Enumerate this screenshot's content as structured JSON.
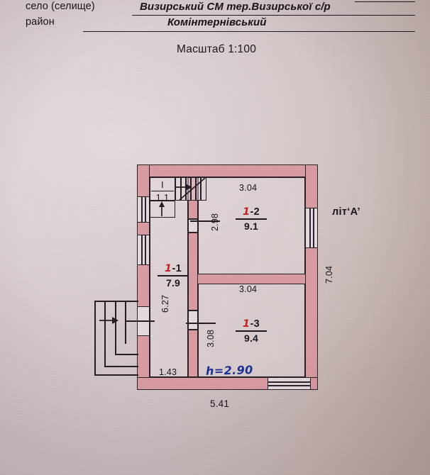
{
  "document": {
    "type": "floor-plan-technical-passport",
    "header": {
      "row1": {
        "label": "село (селище)",
        "value": "Визирський СМ тер.Визирської с/р"
      },
      "row2": {
        "label": "район",
        "value": "Комінтернівський"
      },
      "scale": "Масштаб 1:100"
    }
  },
  "plan": {
    "building_letter": "літ‘A’",
    "height_note": "h=2.90",
    "rooms": [
      {
        "id": "room-I",
        "number_prefix": "I",
        "number_suffix": "",
        "area": "1.1",
        "red_numeral": false
      },
      {
        "id": "room-1-1",
        "number_prefix": "1",
        "number_suffix": "-1",
        "area": "7.9",
        "red_numeral": true
      },
      {
        "id": "room-1-2",
        "number_prefix": "1",
        "number_suffix": "-2",
        "area": "9.1",
        "red_numeral": true
      },
      {
        "id": "room-1-3",
        "number_prefix": "1",
        "number_suffix": "-3",
        "area": "9.4",
        "red_numeral": true
      }
    ],
    "dimensions": {
      "top_right_room_width": "3.04",
      "bottom_right_room_width": "3.04",
      "right_overall_height": "7.04",
      "left_room_height": "6.27",
      "left_room_bottom_width": "1.43",
      "upper_partition_height": "2.98",
      "lower_partition_height": "3.08",
      "bottom_overall_width": "5.41"
    }
  },
  "colors": {
    "wall_fill": "#d79aa0",
    "ink": "#241c24",
    "red_ink": "#c01f22",
    "blue_ink": "#1b2f8f",
    "paper": "#c9bcbe"
  }
}
